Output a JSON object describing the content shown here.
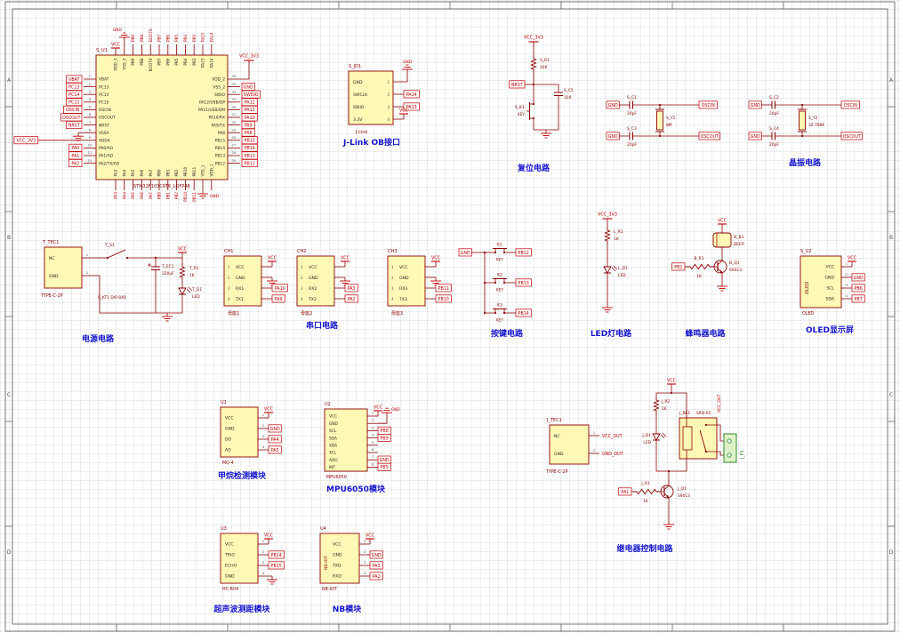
{
  "sheet": {
    "zones": [
      "A",
      "B",
      "C",
      "D"
    ]
  },
  "palette": {
    "fill": "#FFF9B5",
    "stroke": "#8A0000",
    "wire": "#8A0000",
    "net": "#C00000",
    "blue": "#1414CC",
    "dark": "#1F1F1F",
    "green": "#2E8B2E"
  },
  "modules": {
    "mcu": {
      "designator": "S_U1",
      "part": "STM32F103C8T6_LQFP48",
      "left": [
        {
          "num": "1",
          "name": "VBAT",
          "net": "VBAT"
        },
        {
          "num": "2",
          "name": "PC13",
          "net": "PC13"
        },
        {
          "num": "3",
          "name": "PC14",
          "net": "PC14"
        },
        {
          "num": "4",
          "name": "PC15",
          "net": "PC15"
        },
        {
          "num": "5",
          "name": "OSCIN",
          "net": "OSCIN"
        },
        {
          "num": "6",
          "name": "OSCOUT",
          "net": "OSCOUT"
        },
        {
          "num": "7",
          "name": "NRST",
          "net": "NRST"
        },
        {
          "num": "8",
          "name": "VSSA",
          "net": "GND"
        },
        {
          "num": "9",
          "name": "VDDA",
          "net": "VCC_3V3"
        },
        {
          "num": "10",
          "name": "PA0/AO",
          "net": "PA0"
        },
        {
          "num": "11",
          "name": "PA1/AO",
          "net": "PA1"
        },
        {
          "num": "12",
          "name": "PA2/TX/AO",
          "net": "PA2"
        }
      ],
      "right": [
        {
          "num": "36",
          "name": "VDD_2",
          "net": "VCC_3V3"
        },
        {
          "num": "35",
          "name": "VSS_2",
          "net": "GND"
        },
        {
          "num": "34",
          "name": "SWIO",
          "net": "SWDIO"
        },
        {
          "num": "33",
          "name": "PA12/USB/DP",
          "net": "PA12"
        },
        {
          "num": "32",
          "name": "PA11/USB/DM",
          "net": "PA11"
        },
        {
          "num": "31",
          "name": "PA10/RX",
          "net": "PA10"
        },
        {
          "num": "30",
          "name": "PA9/TX",
          "net": "PA9"
        },
        {
          "num": "29",
          "name": "PA8",
          "net": "PA8"
        },
        {
          "num": "28",
          "name": "PB15",
          "net": "PB15"
        },
        {
          "num": "27",
          "name": "PB14",
          "net": "PB14"
        },
        {
          "num": "26",
          "name": "PB13",
          "net": "PB13"
        },
        {
          "num": "25",
          "name": "PB12",
          "net": "PB12"
        }
      ],
      "top": [
        {
          "num": "48",
          "name": "VDD_3",
          "net": "VCC"
        },
        {
          "num": "47",
          "name": "VSS_3",
          "net": "GND"
        },
        {
          "num": "46",
          "name": "PB9",
          "net": "PB9"
        },
        {
          "num": "45",
          "name": "PB8",
          "net": "PB8"
        },
        {
          "num": "44",
          "name": "BOOT0",
          "net": "BOOT0"
        },
        {
          "num": "43",
          "name": "PB7",
          "net": "PB7"
        },
        {
          "num": "42",
          "name": "PB6",
          "net": "PB6"
        },
        {
          "num": "41",
          "name": "PB5",
          "net": "PB5"
        },
        {
          "num": "40",
          "name": "PB4",
          "net": "PB4"
        },
        {
          "num": "39",
          "name": "PB3",
          "net": "PB3"
        },
        {
          "num": "38",
          "name": "PA15",
          "net": "PA15"
        },
        {
          "num": "37",
          "name": "PA14",
          "net": "PA14"
        }
      ],
      "bottom": [
        {
          "num": "13",
          "name": "PA3",
          "net": "PA3"
        },
        {
          "num": "14",
          "name": "PA4",
          "net": "PA4"
        },
        {
          "num": "15",
          "name": "PA5",
          "net": "PA5"
        },
        {
          "num": "16",
          "name": "PA6",
          "net": "PA6"
        },
        {
          "num": "17",
          "name": "PA7",
          "net": "PA7"
        },
        {
          "num": "18",
          "name": "PB0",
          "net": "PB0"
        },
        {
          "num": "19",
          "name": "PB1",
          "net": "PB1"
        },
        {
          "num": "20",
          "name": "PB2",
          "net": "PB2"
        },
        {
          "num": "21",
          "name": "PB10",
          "net": "PB10"
        },
        {
          "num": "22",
          "name": "PB11",
          "net": "PB11"
        },
        {
          "num": "23",
          "name": "VSS_1",
          "net": "GND"
        },
        {
          "num": "24",
          "name": "VDD_1",
          "net": ""
        }
      ],
      "power_labels": {
        "top_vcc": "VCC",
        "top_gnd": "GND",
        "bottom_gnd": "GND"
      }
    },
    "jlink": {
      "title": "J-Link OB接口",
      "designator": "S_JD1",
      "part": "J-Link",
      "pins": [
        {
          "num": "1",
          "name": "GND",
          "net": "GND"
        },
        {
          "num": "2",
          "name": "SWCLK",
          "net": "PA14"
        },
        {
          "num": "3",
          "name": "SWIO",
          "net": "PA13"
        },
        {
          "num": "4",
          "name": "3.3V",
          "net": "VCC"
        }
      ]
    },
    "reset": {
      "title": "复位电路",
      "vcc": "VCC_3V3",
      "r_des": "S_R1",
      "r_val": "10K",
      "key_des": "S_K1",
      "key_val": "KEY",
      "cap_des": "S_C5",
      "cap_val": "104",
      "net": "NRST"
    },
    "crystal": {
      "title": "晶振电路",
      "groups": [
        {
          "gnd": "GND",
          "cap_top_des": "S_C1",
          "cap_top_val": "20pF",
          "cap_bot_des": "S_C3",
          "cap_bot_val": "20pF",
          "y_des": "S_Y1",
          "y_val": "8M",
          "net_top": "OSCIN",
          "net_bot": "OSCOUT"
        },
        {
          "gnd": "GND",
          "cap_top_des": "S_C2",
          "cap_top_val": "20pF",
          "cap_bot_des": "S_C4",
          "cap_bot_val": "20pF",
          "y_des": "S_Y2",
          "y_val": "32.768K",
          "net_top": "OSCIN",
          "net_bot": "OSCOUT"
        }
      ]
    },
    "power": {
      "title": "电源电路",
      "designator": "T_TEC1",
      "part": "TYPE-C-2P",
      "pins": [
        {
          "num": "1",
          "name": "NC"
        },
        {
          "num": "2",
          "name": "GND"
        }
      ],
      "switch_des": "T_S1",
      "switch_part": "S_KT1 DIP-8X8",
      "cap_des": "T_EC1",
      "cap_val": "220uF",
      "r_des": "T_R1",
      "r_val": "1K",
      "led_des": "T_D1",
      "led_val": "LED",
      "vcc": "VCC"
    },
    "serial": {
      "title": "串口电路",
      "pin_numbers": [
        "1",
        "2",
        "3",
        "4"
      ],
      "headers": [
        {
          "designator": "CH1",
          "part": "母座1",
          "pins": [
            "VCC",
            "GND",
            "RX1",
            "TX1"
          ],
          "nets": [
            "VCC",
            "GND",
            "PA10",
            "PA9"
          ]
        },
        {
          "designator": "CH2",
          "part": "母座2",
          "pins": [
            "VCC",
            "GND",
            "RX2",
            "TX2"
          ],
          "nets": [
            "VCC",
            "GND",
            "PA3",
            "PA2"
          ]
        },
        {
          "designator": "CH3",
          "part": "母座3",
          "pins": [
            "VCC",
            "GND",
            "RX3",
            "TX3"
          ],
          "nets": [
            "VCC",
            "GND",
            "PB11",
            "PB10"
          ]
        }
      ]
    },
    "keys": {
      "title": "按键电路",
      "gnd": "GND",
      "items": [
        {
          "designator": "K1",
          "value": "KEY",
          "net": "PB12"
        },
        {
          "designator": "K2",
          "value": "KEY",
          "net": "PB13"
        },
        {
          "designator": "K3",
          "value": "KEY",
          "net": "PB14"
        }
      ]
    },
    "led": {
      "title": "LED灯电路",
      "vcc": "VCC_3V3",
      "r_des": "L_R1",
      "r_val": "1K",
      "led_des": "L_D1",
      "led_val": "LED"
    },
    "buzzer": {
      "title": "蜂鸣器电路",
      "vcc": "VCC",
      "bz_des": "B_B1",
      "bz_val": "BEEP",
      "q_des": "B_Q1",
      "q_val": "S9013",
      "r_des": "B_R1",
      "r_val": "1K",
      "net": "PB1"
    },
    "oled": {
      "title": "OLED显示屏",
      "designator": "S_U2",
      "part": "OLED",
      "inner": "OLED",
      "pins": [
        {
          "num": "1",
          "name": "VCC",
          "net": "VCC"
        },
        {
          "num": "2",
          "name": "GND",
          "net": "GND"
        },
        {
          "num": "3",
          "name": "SCL",
          "net": "PB6"
        },
        {
          "num": "4",
          "name": "SDA",
          "net": "PB7"
        }
      ]
    },
    "mq4": {
      "title": "甲烷检测模块",
      "designator": "U1",
      "part": "MQ-4",
      "pins": [
        {
          "num": "1",
          "name": "VCC",
          "net": "VCC"
        },
        {
          "num": "2",
          "name": "GND",
          "net": "GND"
        },
        {
          "num": "3",
          "name": "DO",
          "net": "PA4"
        },
        {
          "num": "4",
          "name": "AO",
          "net": "PA5"
        }
      ]
    },
    "mpu": {
      "title": "MPU6050模块",
      "designator": "U2",
      "part": "MPU6050",
      "pins": [
        {
          "num": "1",
          "name": "VCC",
          "net": "VCC"
        },
        {
          "num": "2",
          "name": "GND",
          "net": "GND"
        },
        {
          "num": "3",
          "name": "SCL",
          "net": "PB8"
        },
        {
          "num": "4",
          "name": "SDA",
          "net": "PB9"
        },
        {
          "num": "5",
          "name": "XDA",
          "net": ""
        },
        {
          "num": "6",
          "name": "XCL",
          "net": ""
        },
        {
          "num": "7",
          "name": "ADO",
          "net": "GND"
        },
        {
          "num": "8",
          "name": "INT",
          "net": "PB5"
        }
      ]
    },
    "ultra": {
      "title": "超声波测距模块",
      "designator": "U3",
      "part": "HC-R04",
      "pins": [
        {
          "num": "1",
          "name": "VCC",
          "net": "VCC"
        },
        {
          "num": "2",
          "name": "TRIG",
          "net": "PB14"
        },
        {
          "num": "3",
          "name": "ECHO",
          "net": "PB15"
        },
        {
          "num": "4",
          "name": "GND",
          "net": "GND"
        }
      ]
    },
    "nb": {
      "title": "NB模块",
      "designator": "U4",
      "part": "NB-IOT",
      "inner": "NB-IOT",
      "pins": [
        {
          "num": "1",
          "name": "VCC",
          "net": "VCC"
        },
        {
          "num": "2",
          "name": "GND",
          "net": "GND"
        },
        {
          "num": "3",
          "name": "TXD",
          "net": "PA3"
        },
        {
          "num": "4",
          "name": "RXD",
          "net": "PA2"
        }
      ]
    },
    "relay": {
      "title": "继电器控制电路",
      "designator": "J_TEC1",
      "part": "TYPE-C-2P",
      "pins": [
        {
          "num": "1",
          "name": "NC",
          "net": "VCC_OUT"
        },
        {
          "num": "2",
          "name": "GND",
          "net": "GND_OUT"
        }
      ],
      "vcc": "VCC",
      "r2_des": "J_R2",
      "r2_val": "1K",
      "led_des": "J_D1",
      "led_val": "LED",
      "relay_des": "J_BK1",
      "relay_val": "SRD-05",
      "q_des": "J_Q1",
      "q_val": "S9013",
      "r1_des": "J_R1",
      "r1_val": "1K",
      "net": "PA1",
      "out_label": "VCC_OUT",
      "term_des": "J_P1"
    }
  }
}
